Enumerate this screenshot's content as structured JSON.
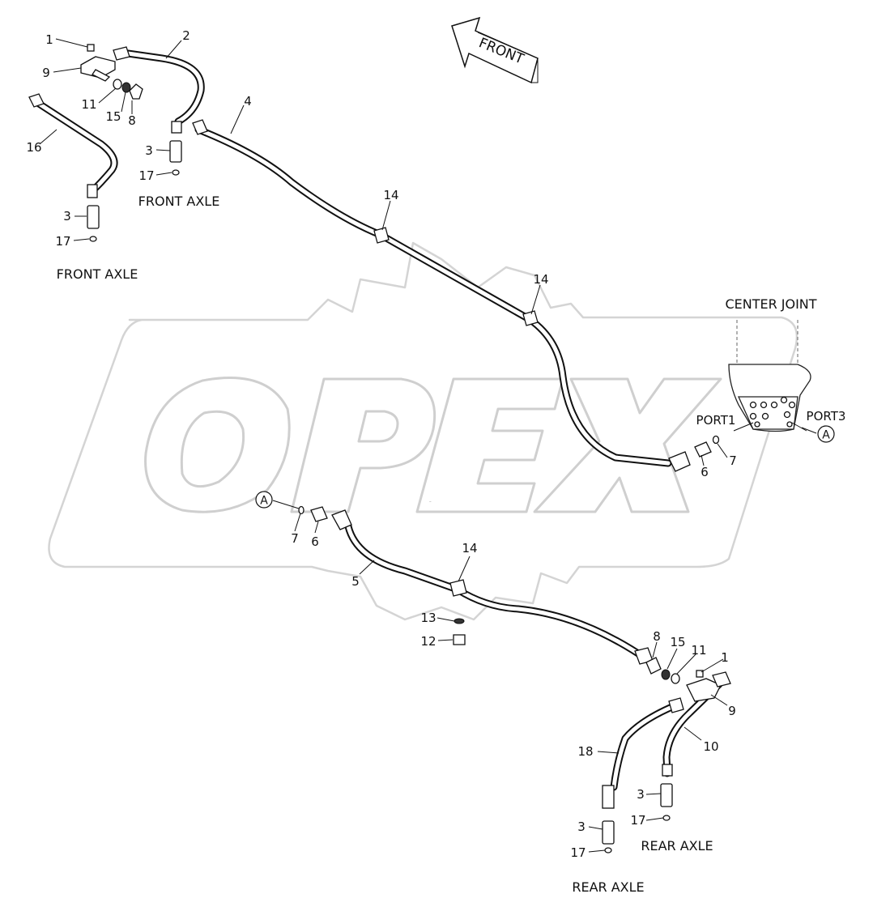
{
  "watermark": {
    "text": "OPEX"
  },
  "direction_arrow": {
    "label": "FRONT"
  },
  "center_joint": {
    "label": "CENTER JOINT",
    "port1": "PORT1",
    "port3": "PORT3"
  },
  "axle_labels": {
    "front_axle_right": "FRONT AXLE",
    "front_axle_left": "FRONT AXLE",
    "rear_axle_right": "REAR AXLE",
    "rear_axle_left": "REAR AXLE"
  },
  "ref_marks": {
    "upper": "A",
    "lower": "A"
  },
  "callouts": {
    "c1_top": "1",
    "c2_top": "2",
    "c9_top": "9",
    "c11_top": "11",
    "c15_top": "15",
    "c8_top": "8",
    "c16": "16",
    "c3_front_right": "3",
    "c17_front_right": "17",
    "c3_front_left": "3",
    "c17_front_left": "17",
    "c4": "4",
    "c14_first": "14",
    "c14_second": "14",
    "c7_upper": "7",
    "c6_upper": "6",
    "c7_lower": "7",
    "c6_lower": "6",
    "c5": "5",
    "c14_third": "14",
    "c13": "13",
    "c12": "12",
    "c8_bottom": "8",
    "c15_bottom": "15",
    "c11_bottom": "11",
    "c1_bottom": "1",
    "c9_bottom": "9",
    "c10": "10",
    "c18": "18",
    "c3_rear_right": "3",
    "c17_rear_right": "17",
    "c3_rear_left": "3",
    "c17_rear_left": "17"
  }
}
